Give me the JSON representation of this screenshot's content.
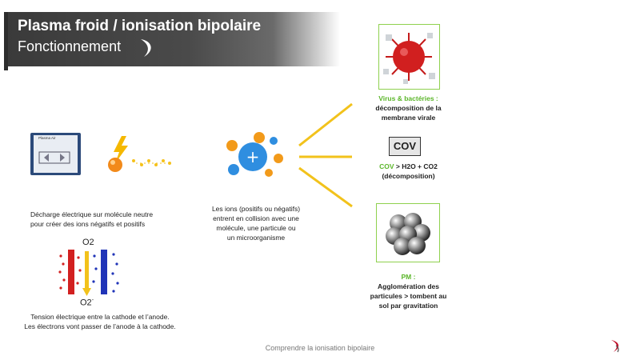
{
  "header": {
    "title": "Plasma froid / ionisation bipolaire",
    "subtitle": "Fonctionnement"
  },
  "left": {
    "device_label": "Plasma Air",
    "discharge_text_1": "Décharge électrique sur molécule neutre",
    "discharge_text_2": "pour créer des ions négatifs et positifs",
    "o2_top": "O2",
    "o2_bottom": "O2",
    "o2_bottom_sup": "-",
    "tension_text_1": "Tension électrique entre la cathode et l’anode.",
    "tension_text_2": "Les électrons vont passer de l’anode à la cathode."
  },
  "center": {
    "ions_text_1": "Les ions (positifs ou négatifs)",
    "ions_text_2": "entrent en collision avec une",
    "ions_text_3": "molécule, une particule ou",
    "ions_text_4": "un microorganisme"
  },
  "right": {
    "virus_title": "Virus & bactéries :",
    "virus_text_1": "décomposition de la",
    "virus_text_2": "membrane virale",
    "cov_badge": "COV",
    "cov_label": "COV",
    "cov_formula": " >  H2O + CO2",
    "cov_text": "(décomposition)",
    "pm_title": "PM :",
    "pm_text_1": "Agglomération des",
    "pm_text_2": "particules > tombent au",
    "pm_text_3": "sol par gravitation"
  },
  "footer": {
    "text": "Comprendre la ionisation bipolaire"
  },
  "colors": {
    "accent_green": "#5bb62a",
    "arrow_yellow": "#f2c21b",
    "brand_red": "#c0122b"
  }
}
